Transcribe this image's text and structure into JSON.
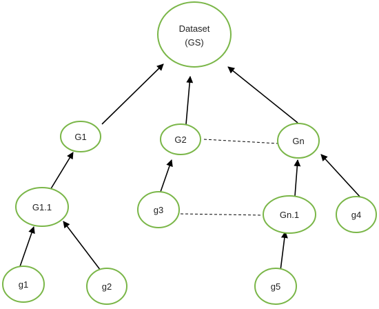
{
  "nodes": {
    "dataset": {
      "line1": "Dataset",
      "line2": "(GS)"
    },
    "g1_group": {
      "label": "G1"
    },
    "g2_group": {
      "label": "G2"
    },
    "gn_group": {
      "label": "Gn"
    },
    "g1_1": {
      "label": "G1.1"
    },
    "gn_1": {
      "label": "Gn.1"
    },
    "g1": {
      "label": "g1"
    },
    "g2": {
      "label": "g2"
    },
    "g3": {
      "label": "g3"
    },
    "g4": {
      "label": "g4"
    },
    "g5": {
      "label": "g5"
    }
  },
  "colors": {
    "node_border": "#7ab648",
    "edge": "#000000",
    "text": "#222222"
  }
}
